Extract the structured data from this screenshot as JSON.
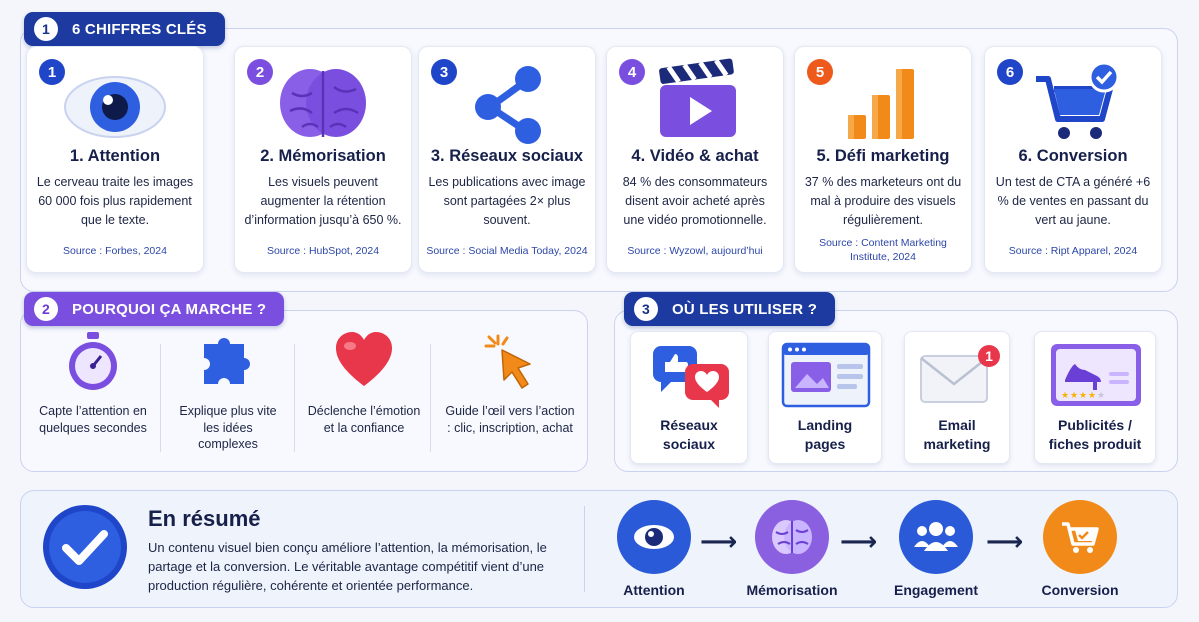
{
  "section1": {
    "number": "1",
    "title": "6 CHIFFRES CLÉS",
    "cards": [
      {
        "badge": "1",
        "title": "1. Attention",
        "text": "Le cerveau traite les images 60 000 fois plus rapidement que le texte.",
        "source": "Source : Forbes, 2024",
        "icon": "eye-icon",
        "badge_color": "#1f45c8"
      },
      {
        "badge": "2",
        "title": "2. Mémorisation",
        "text": "Les visuels peuvent augmenter la rétention d’information jusqu’à 650 %.",
        "source": "Source : HubSpot, 2024",
        "icon": "brain-icon",
        "badge_color": "#7a4fe0"
      },
      {
        "badge": "3",
        "title": "3. Réseaux sociaux",
        "text": "Les publications avec image sont partagées 2× plus souvent.",
        "source": "Source : Social Media Today, 2024",
        "icon": "share-icon",
        "badge_color": "#1f45c8"
      },
      {
        "badge": "4",
        "title": "4. Vidéo & achat",
        "text": "84 % des consommateurs disent avoir acheté après une vidéo promotionnelle.",
        "source": "Source : Wyzowl, aujourd’hui",
        "icon": "clapperboard-icon",
        "badge_color": "#7a4fe0"
      },
      {
        "badge": "5",
        "title": "5. Défi marketing",
        "text": "37 % des marketeurs ont du mal à produire des visuels régulièrement.",
        "source": "Source : Content Marketing Institute, 2024",
        "icon": "bar-chart-icon",
        "badge_color": "#ee5a1c"
      },
      {
        "badge": "6",
        "title": "6. Conversion",
        "text": "Un test de CTA a généré +6 % de ventes en passant du vert au jaune.",
        "source": "Source : Ript Apparel, 2024",
        "icon": "cart-check-icon",
        "badge_color": "#1f45c8"
      }
    ]
  },
  "section2": {
    "number": "2",
    "title": "POURQUOI ÇA MARCHE ?",
    "items": [
      {
        "label": "Capte l’attention en quelques secondes",
        "icon": "stopwatch-icon"
      },
      {
        "label": "Explique plus vite les idées complexes",
        "icon": "puzzle-icon"
      },
      {
        "label": "Déclenche l’émotion et la confiance",
        "icon": "heart-icon"
      },
      {
        "label": "Guide l’œil vers l’action : clic, inscription, achat",
        "icon": "cursor-click-icon"
      }
    ]
  },
  "section3": {
    "number": "3",
    "title": "OÙ LES UTILISER ?",
    "items": [
      {
        "label": "Réseaux sociaux",
        "icon": "social-bubbles-icon"
      },
      {
        "label": "Landing pages",
        "icon": "landing-page-icon"
      },
      {
        "label": "Email marketing",
        "icon": "envelope-icon",
        "notification": "1"
      },
      {
        "label": "Publicités / fiches produit",
        "icon": "product-ad-icon",
        "rating": 4,
        "rating_max": 5
      }
    ]
  },
  "summary": {
    "title": "En résumé",
    "text": "Un contenu visuel bien conçu améliore l’attention, la mémorisation, le partage et la conversion. Le véritable avantage compétitif vient d’une production régulière, cohérente et orientée performance.",
    "icon": "checkmark-icon",
    "flow": [
      {
        "label": "Attention",
        "icon": "eye-icon",
        "color": "#2a5ad8"
      },
      {
        "label": "Mémorisation",
        "icon": "brain-icon",
        "color": "#8a5fe0"
      },
      {
        "label": "Engagement",
        "icon": "people-icon",
        "color": "#2a5ad8"
      },
      {
        "label": "Conversion",
        "icon": "cart-icon",
        "color": "#f28a1a"
      }
    ]
  },
  "colors": {
    "navy": "#1c3aa0",
    "purple": "#7a4fe0",
    "orange": "#ee5a1c",
    "blue": "#1f45c8"
  }
}
